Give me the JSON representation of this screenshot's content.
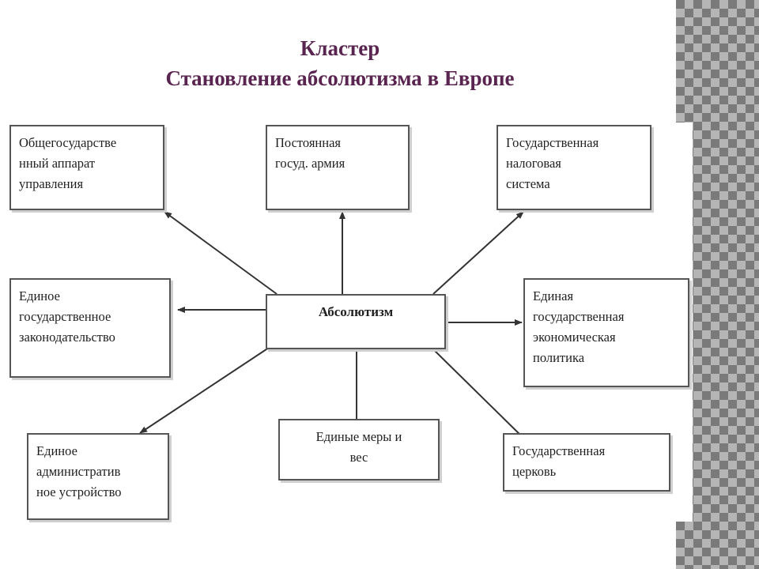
{
  "title": {
    "line1": "Кластер",
    "line2": "Становление абсолютизма в Европе"
  },
  "cluster": {
    "center": "Абсолютизм",
    "nodes": [
      {
        "id": "apparatus",
        "text": "Общегосударстве\nнный аппарат\nуправления"
      },
      {
        "id": "army",
        "text": "Постоянная\nгосуд. армия"
      },
      {
        "id": "tax",
        "text": "Государственная\nналоговая\nсистема"
      },
      {
        "id": "law",
        "text": "Единое\nгосударственное\nзаконодательство"
      },
      {
        "id": "economy",
        "text": "Единая\nгосударственная\nэкономическая\nполитика"
      },
      {
        "id": "admin",
        "text": "Единое\nадминистратив\nное устройство"
      },
      {
        "id": "measures",
        "text": "Единые меры и\nвес"
      },
      {
        "id": "church",
        "text": "Государственная\nцерковь"
      }
    ]
  }
}
